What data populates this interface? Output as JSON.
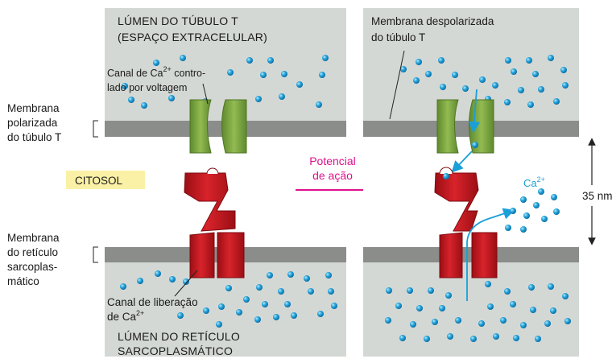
{
  "left_panel": {
    "top_title_1": "LÚMEN DO TÚBULO T",
    "top_title_2": "(ESPAÇO EXTRACELULAR)",
    "dhp_label_1a": "Canal de Ca",
    "dhp_label_1sup": "2+",
    "dhp_label_1b": " contro-",
    "dhp_label_2": "lado por voltagem",
    "release_label_1": "Canal de liberação",
    "release_label_2a": "de Ca",
    "release_label_2sup": "2+",
    "bottom_title_1": "LÚMEN DO RETÍCULO",
    "bottom_title_2": "SARCOPLASMÁTICO"
  },
  "side_labels": {
    "t_membrane_1": "Membrana",
    "t_membrane_2": "polarizada",
    "t_membrane_3": "do túbulo T",
    "sr_membrane_1": "Membrana",
    "sr_membrane_2": "do retículo",
    "sr_membrane_3": "sarcoplas-",
    "sr_membrane_4": "mático",
    "cytosol": "CITOSOL"
  },
  "center": {
    "arrow_label_1": "Potencial",
    "arrow_label_2": "de ação"
  },
  "right_panel": {
    "top_title_1": "Membrana despolarizada",
    "top_title_2": "do túbulo T",
    "ion_label": "Ca",
    "ion_label_sup": "2+",
    "distance": "35 nm"
  },
  "colors": {
    "panel": "#d4d8d4",
    "membrane": "#8a8d8a",
    "dhp_channel": "#7da540",
    "ryr_channel": "#c8151d",
    "calcium": "#1a9fd8",
    "action_potential": "#e0108c",
    "cytosol_box": "#fbf1a6"
  }
}
